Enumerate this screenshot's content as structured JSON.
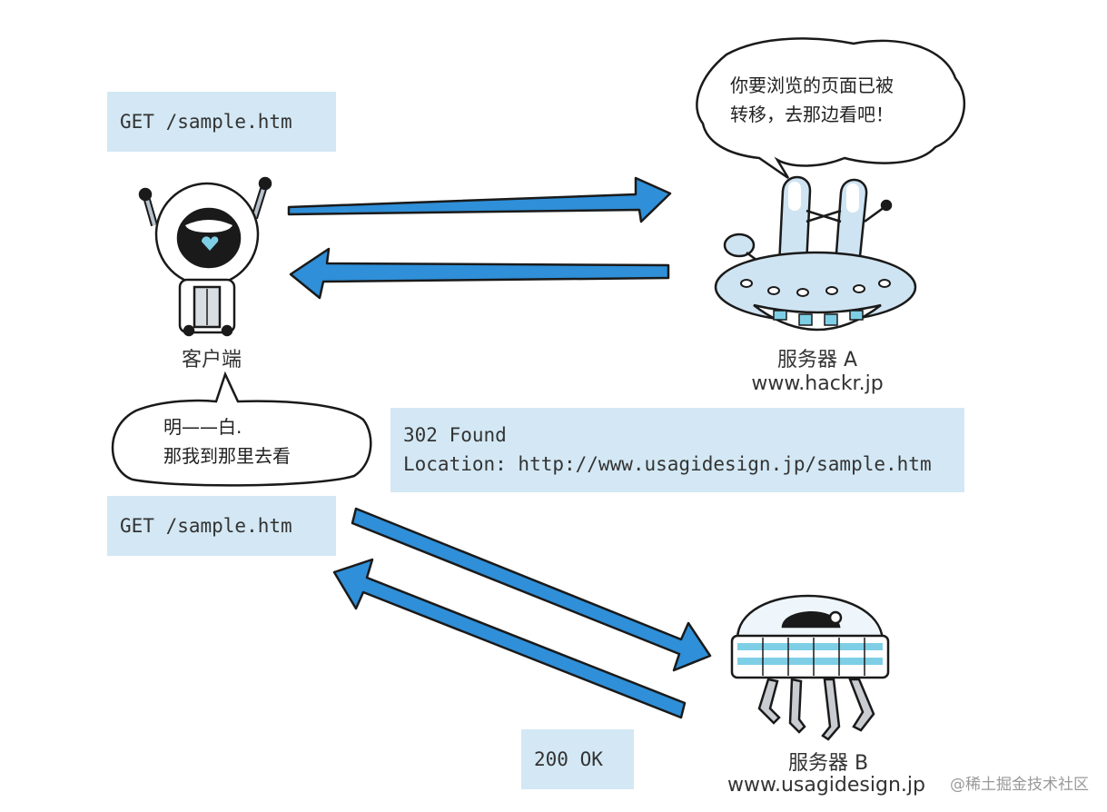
{
  "requests": {
    "request_1": "GET /sample.htm",
    "request_2": "GET /sample.htm"
  },
  "responses": {
    "redirect_status": "302 Found",
    "redirect_location": "Location: http://www.usagidesign.jp/sample.htm",
    "ok_status": "200 OK"
  },
  "actors": {
    "client_label": "客户端",
    "server_a_label": "服务器 A",
    "server_a_host": "www.hackr.jp",
    "server_b_label": "服务器 B",
    "server_b_host": "www.usagidesign.jp"
  },
  "bubbles": {
    "server_a_line1": "你要浏览的页面已被",
    "server_a_line2": "转移，去那边看吧！",
    "client_line1": "明——白.",
    "client_line2": "那我到那里去看"
  },
  "watermark": "@稀土掘金技术社区",
  "colors": {
    "arrow": "#2f8fd8",
    "box": "#d3e8f4",
    "ufo_body": "#cfe4f2",
    "outline": "#1a1a1a"
  }
}
